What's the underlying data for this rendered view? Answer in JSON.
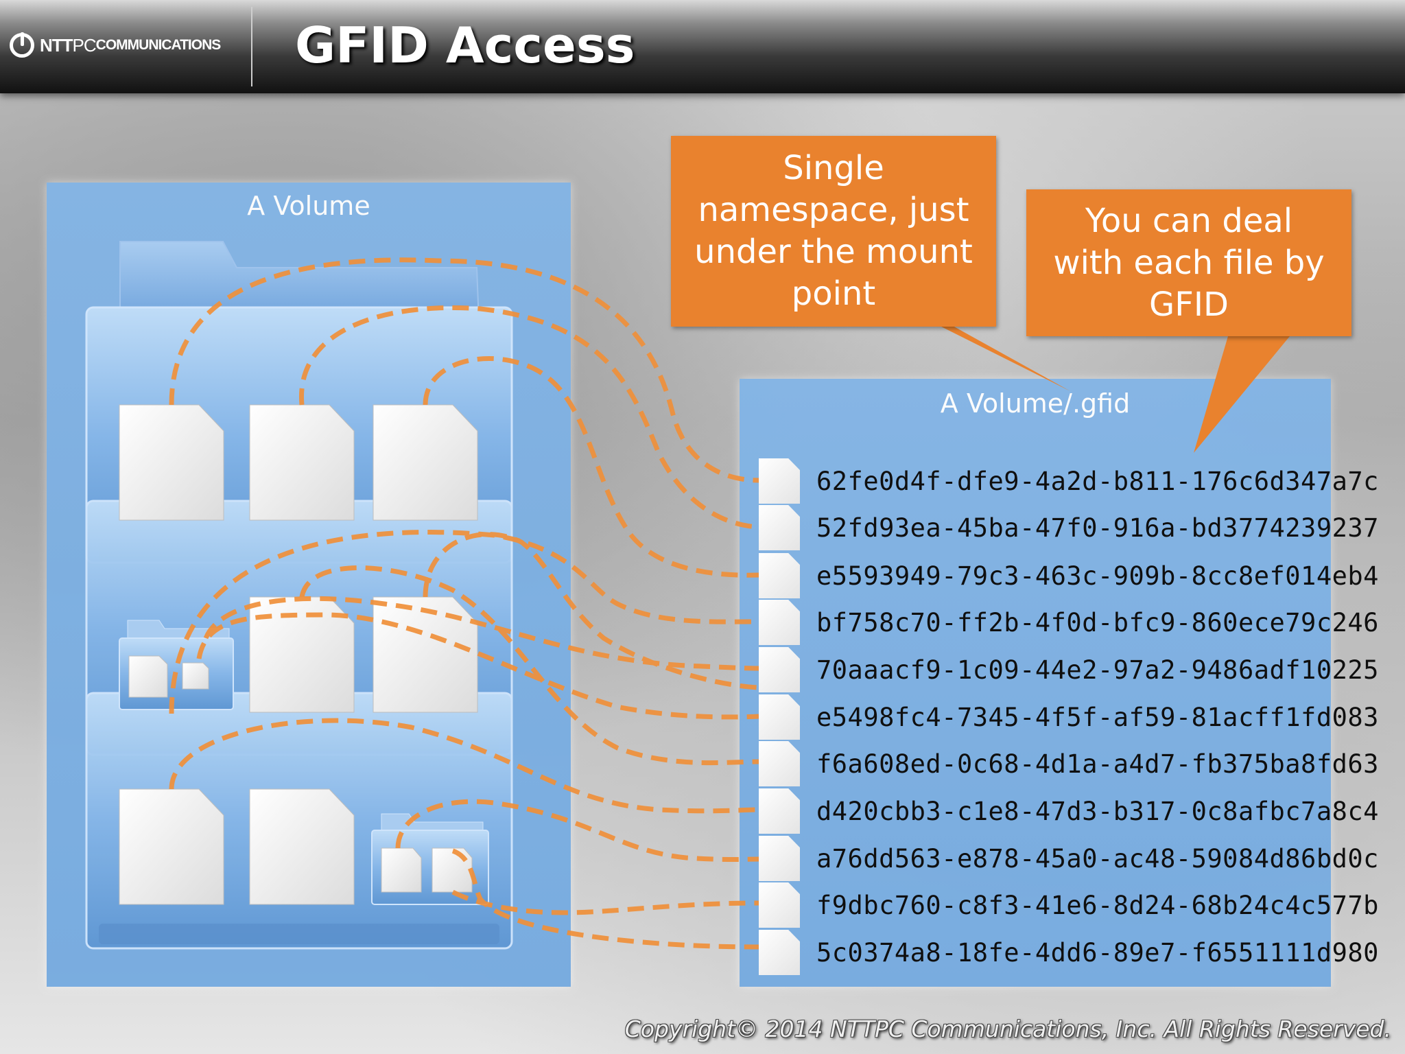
{
  "header": {
    "logo_main": "NTT",
    "logo_pc": "PC",
    "logo_sub": "COMMUNICATIONS",
    "title": "GFID Access"
  },
  "left_panel": {
    "title": "A Volume"
  },
  "right_panel": {
    "title": "A Volume/.gfid"
  },
  "callouts": {
    "namespace": [
      "Single",
      "namespace, just",
      "under the mount",
      "point"
    ],
    "gfid": [
      "You can deal",
      "with each file by",
      "GFID"
    ]
  },
  "gfids": [
    "62fe0d4f-dfe9-4a2d-b811-176c6d347a7c",
    "52fd93ea-45ba-47f0-916a-bd3774239237",
    "e5593949-79c3-463c-909b-8cc8ef014eb4",
    "bf758c70-ff2b-4f0d-bfc9-860ece79c246",
    "70aaacf9-1c09-44e2-97a2-9486adf10225",
    "e5498fc4-7345-4f5f-af59-81acff1fd083",
    "f6a608ed-0c68-4d1a-a4d7-fb375ba8fd63",
    "d420cbb3-c1e8-47d3-b317-0c8afbc7a8c4",
    "a76dd563-e878-45a0-ac48-59084d86bd0c",
    "f9dbc760-c8f3-41e6-8d24-68b24c4c577b",
    "5c0374a8-18fe-4dd6-89e7-f6551111d980"
  ],
  "copyright": "Copyright© 2014 NTTPC Communications, Inc. All Rights Reserved.",
  "colors": {
    "panel": "#7aaee2",
    "callout": "#e9822e",
    "dash": "#f0903a"
  }
}
